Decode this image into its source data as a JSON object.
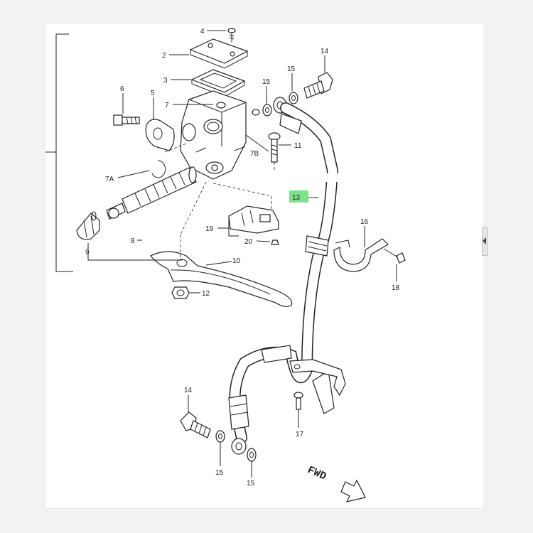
{
  "callouts": {
    "c1": "4",
    "c2": "2",
    "c3": "3",
    "c4": "14",
    "c5": "15",
    "c6": "15",
    "c7": "6",
    "c8": "5",
    "c9": "7",
    "c10": "7B",
    "c11": "11",
    "c12": "7A",
    "c13": "13",
    "c14": "16",
    "c15": "18",
    "c16": "19",
    "c17": "20",
    "c18": "9",
    "c19": "8",
    "c20": "10",
    "c21": "12",
    "c22": "14",
    "c23": "17",
    "c24": "15",
    "c25": "15"
  },
  "direction_label": "FWD",
  "highlighted_part": "13",
  "colors": {
    "highlight": "#7ee08a",
    "ink": "#222222",
    "paper": "#ffffff"
  },
  "icons": {
    "scroll": "chevron-left-icon"
  }
}
